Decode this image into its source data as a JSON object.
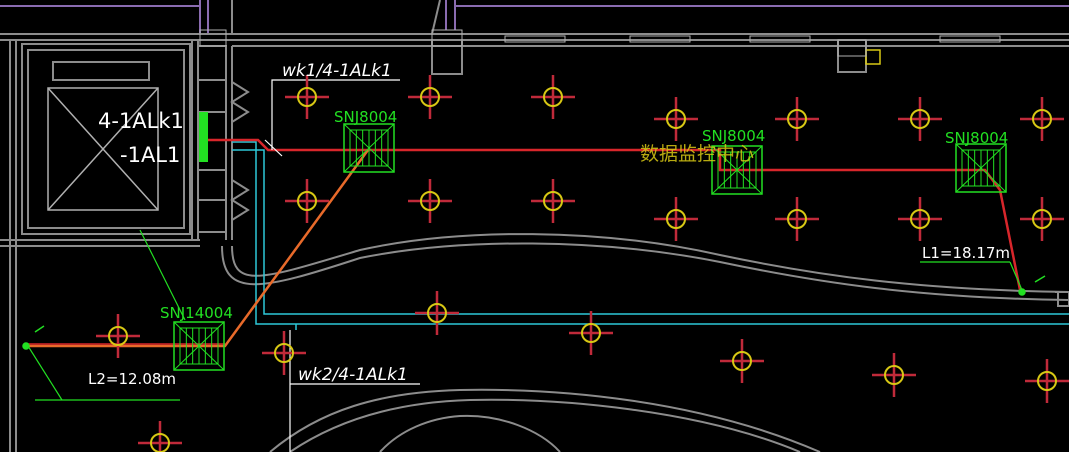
{
  "colors": {
    "background": "#000000",
    "wall": "#8c8c8c",
    "wall_light": "#b0b0b0",
    "purple": "#8a6bb0",
    "cyan": "#2ec8d8",
    "cable_red": "#d8262b",
    "cable_orange": "#e86a2a",
    "green": "#22e022",
    "light_red": "#c02a3a",
    "light_yellow": "#d8c814",
    "white": "#ffffff"
  },
  "labels": {
    "cable_wk1": "wk1/4-1ALk1",
    "cable_wk2": "wk2/4-1ALk1",
    "panel_1": "4-1ALk1",
    "panel_2": "-1AL1",
    "unit_1": "SNJ8004",
    "unit_2": "SNJ8004",
    "unit_3": "SNJ8004",
    "unit_4": "SNJ14004",
    "room_name": "数据监控中心",
    "length_1": "L1=18.17m",
    "length_2": "L2=12.08m"
  },
  "icons": {
    "light_fixture": "crosshair-light-icon",
    "air_unit": "ceiling-cassette-icon",
    "panel": "distribution-panel-icon"
  }
}
